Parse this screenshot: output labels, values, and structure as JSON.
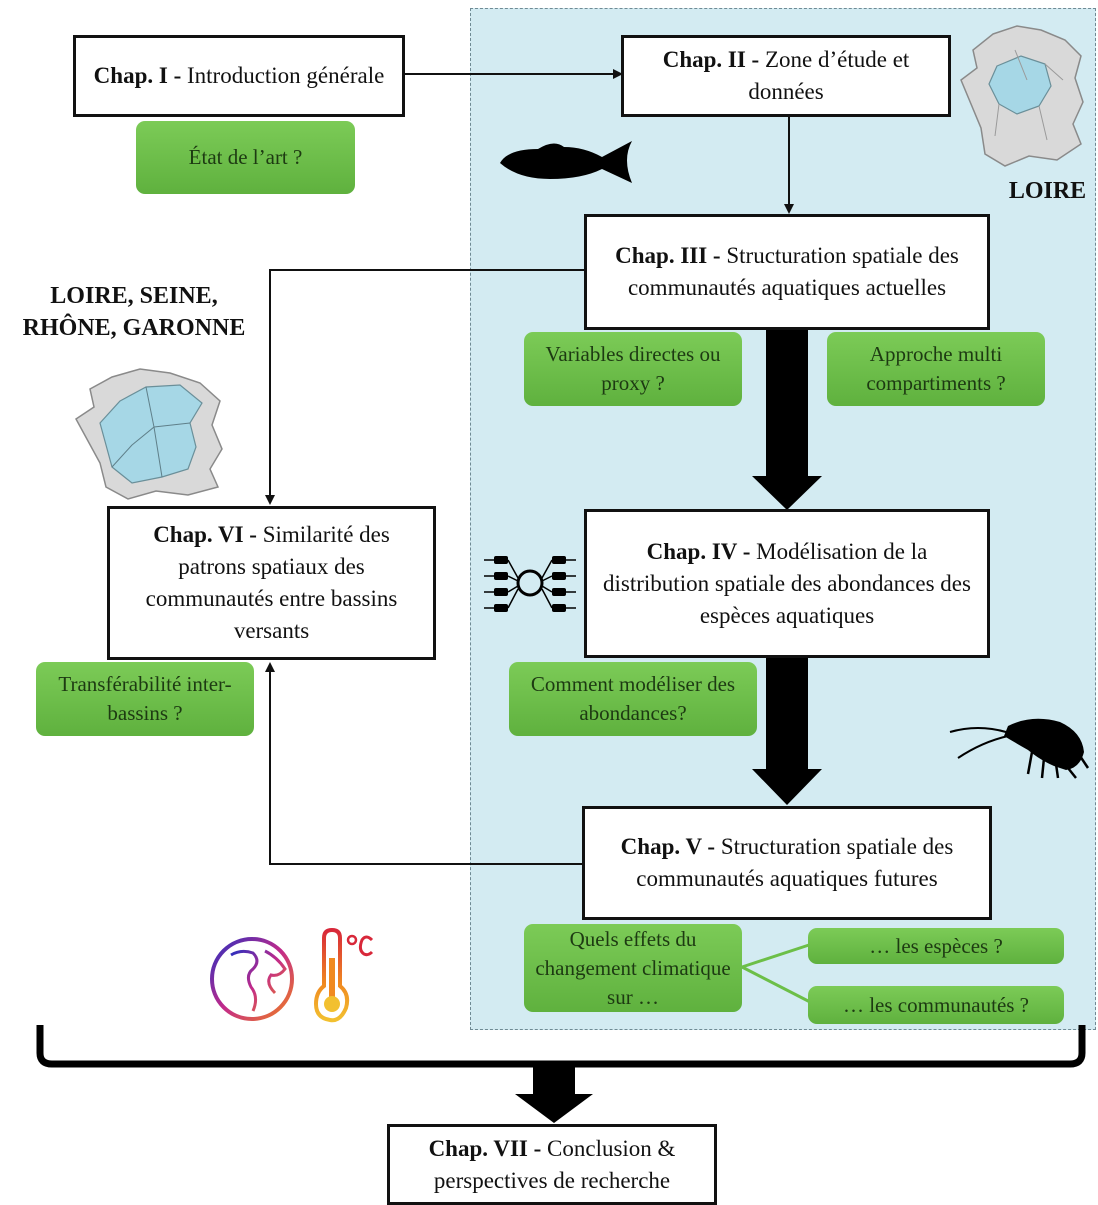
{
  "chapters": {
    "ch1": {
      "code": "Chap. I -",
      "title": "Introduction générale"
    },
    "ch2": {
      "code": "Chap. II -",
      "title": "Zone d’étude et données"
    },
    "ch3": {
      "code": "Chap. III -",
      "title": "Structuration spatiale des communautés aquatiques actuelles"
    },
    "ch4": {
      "code": "Chap. IV -",
      "title": "Modélisation de la distribution spatiale des abondances des espèces aquatiques"
    },
    "ch5": {
      "code": "Chap. V -",
      "title": "Structuration spatiale des communautés aquatiques futures"
    },
    "ch6": {
      "code": "Chap. VI -",
      "title": "Similarité des patrons spatiaux des communautés entre bassins versants"
    },
    "ch7": {
      "code": "Chap. VII -",
      "title": "Conclusion & perspectives de recherche"
    }
  },
  "questions": {
    "q1": "État de l’art ?",
    "q3a": "Variables directes ou proxy ?",
    "q3b": "Approche multi compartiments ?",
    "q4": "Comment modéliser des abondances?",
    "q6": "Transférabilité inter-bassins ?",
    "q5": "Quels effets du changement climatique sur …",
    "q5a": "… les espèces ?",
    "q5b": "… les communautés ?"
  },
  "labels": {
    "loire": "LOIRE",
    "basins": "LOIRE, SEINE, RHÔNE, GARONNE"
  },
  "icons": [
    "france-map-loire-icon",
    "france-map-basins-icon",
    "fish-icon",
    "neural-network-icon",
    "amphipod-icon",
    "globe-icon",
    "thermometer-icon"
  ],
  "colors": {
    "study_area": "#d3ebf2",
    "question": "#6cbf48",
    "map_highlight": "#a6d7e6"
  }
}
